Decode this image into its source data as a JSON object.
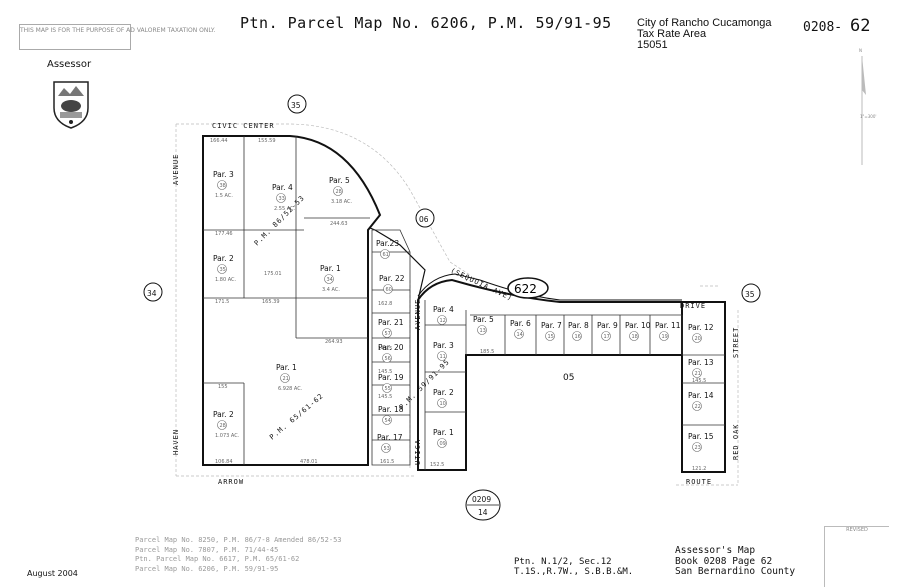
{
  "header": {
    "title": "Ptn. Parcel Map No. 6206, P.M. 59/91-95",
    "city_line1": "City of Rancho Cucamonga",
    "city_line2": "Tax Rate Area",
    "city_line3": "15051",
    "map_prefix": "0208-",
    "map_suffix": "62"
  },
  "disclaimer": "THIS MAP IS FOR THE PURPOSE OF AD VALOREM TAXATION ONLY.",
  "assessor_label": "Assessor",
  "footer": {
    "date": "August 2004",
    "refs": [
      "Parcel Map No. 8250, P.M. 86/7-8 Amended 86/52-53",
      "Parcel Map No. 7807, P.M. 71/44-45",
      "Ptn. Parcel Map No. 6617, P.M. 65/61-62",
      "Parcel Map No. 6206, P.M. 59/91-95"
    ],
    "ptn_line1": "Ptn. N.1/2, Sec.12",
    "ptn_line2": "T.1S.,R.7W., S.B.B.&M.",
    "book_line1": "Assessor's Map",
    "book_line2": "Book 0208 Page 62",
    "book_line3": "San Bernardino County",
    "revised": "REVISED"
  },
  "map": {
    "adjacent": {
      "top": "35",
      "left": "34",
      "right": "35",
      "mid": "06",
      "bottom_top": "0209",
      "bottom_bottom": "14",
      "center": "05"
    },
    "highlight_page": "622",
    "streets": {
      "civic_center": "CIVIC CENTER",
      "avenue_left": "AVENUE",
      "haven": "HAVEN",
      "arrow": "ARROW",
      "utica_avenue": "AVENUE",
      "utica": "UTICA",
      "sequoia": "(SEQUOIA AVE)",
      "drive": "DRIVE",
      "street": "STREET",
      "red_oak": "RED OAK",
      "route": "ROUTE"
    },
    "recorded_maps": {
      "pm_86": "P.M. 86/52-53",
      "pm_65": "P.M. 65/61-62",
      "pm_59": "P.M. 59/91-95"
    },
    "parcels_left": [
      {
        "label": "Par. 3",
        "num": "38",
        "area": "1.5 AC."
      },
      {
        "label": "Par. 4",
        "num": "33",
        "area": "2.55 AC."
      },
      {
        "label": "Par. 5",
        "num": "28",
        "area": "3.18 AC."
      },
      {
        "label": "Par. 2",
        "num": "35",
        "area": "1.80 AC."
      },
      {
        "label": "Par. 1",
        "num": "34",
        "area": "3.4 AC."
      },
      {
        "label": "Par. 1",
        "num": "21",
        "area": "6.928 AC."
      },
      {
        "label": "Par. 2",
        "num": "28",
        "area": "1.073 AC."
      }
    ],
    "parcels_mid": [
      {
        "label": "Par.23",
        "num": "61"
      },
      {
        "label": "Par. 22",
        "num": "60"
      },
      {
        "label": "Par. 21",
        "num": "57"
      },
      {
        "label": "Par. 20",
        "num": "56"
      },
      {
        "label": "Par. 19",
        "num": "55"
      },
      {
        "label": "Par. 18",
        "num": "54"
      },
      {
        "label": "Par. 17",
        "num": "53"
      }
    ],
    "parcels_utica": [
      {
        "label": "Par. 4",
        "num": "12"
      },
      {
        "label": "Par. 3",
        "num": "11"
      },
      {
        "label": "Par. 2",
        "num": "10"
      },
      {
        "label": "Par. 1",
        "num": "09"
      }
    ],
    "parcels_drive": [
      {
        "label": "Par. 5",
        "num": "13"
      },
      {
        "label": "Par. 6",
        "num": "14"
      },
      {
        "label": "Par. 7",
        "num": "15"
      },
      {
        "label": "Par. 8",
        "num": "16"
      },
      {
        "label": "Par. 9",
        "num": "17"
      },
      {
        "label": "Par. 10",
        "num": "18"
      },
      {
        "label": "Par. 11",
        "num": "19"
      },
      {
        "label": "Par. 12",
        "num": "20"
      }
    ],
    "parcels_redoak": [
      {
        "label": "Par. 13",
        "num": "21"
      },
      {
        "label": "Par. 14",
        "num": "22"
      },
      {
        "label": "Par. 15",
        "num": "23"
      }
    ],
    "north_label": "N",
    "scale_label": "1\"=300'"
  }
}
